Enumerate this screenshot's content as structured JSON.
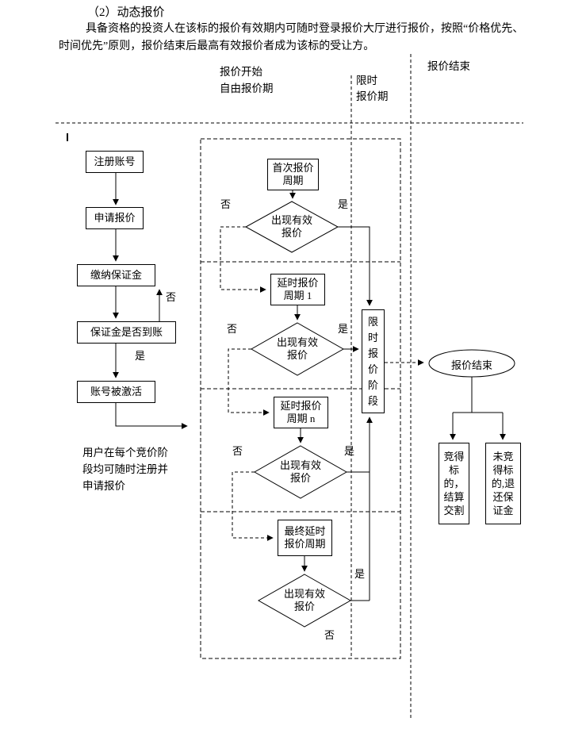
{
  "header": {
    "title": "（2）动态报价",
    "paragraph": "具备资格的投资人在该标的报价有效期内可随时登录报价大厅进行报价，按照“价格优先、时间优先”原则，报价结束后最高有效报价者成为该标的受让方。"
  },
  "lanes": {
    "open_line1": "报价开始",
    "open_line2": "自由报价期",
    "limited_line1": "限时",
    "limited_line2": "报价期",
    "end": "报价结束"
  },
  "labels": {
    "yes": "是",
    "no": "否"
  },
  "left_flow": {
    "margin_mark": "l",
    "register": "注册账号",
    "apply": "申请报价",
    "pay_deposit": "缴纳保证金",
    "deposit_check": "保证金是否到账",
    "activated": "账号被激活",
    "note": "用户在每个竞价阶\n段均可随时注册并\n申请报价"
  },
  "free_period": {
    "cycle_first": "首次报价\n周期",
    "decision1": "出现有效\n报价",
    "cycle_ext1": "延时报价\n周期 1",
    "decision2": "出现有效\n报价",
    "cycle_extn": "延时报价\n周期 n",
    "decision3": "出现有效\n报价",
    "cycle_final": "最终延时\n报价周期",
    "decision4": "出现有效\n报价",
    "stage": "限\n时\n报\n价\n阶\n段"
  },
  "end_flow": {
    "end_oval": "报价结束",
    "outcome_win": "竞得\n标的，\n结算\n交割",
    "outcome_lose": "未竞\n得标\n的,退\n还保\n证金"
  }
}
